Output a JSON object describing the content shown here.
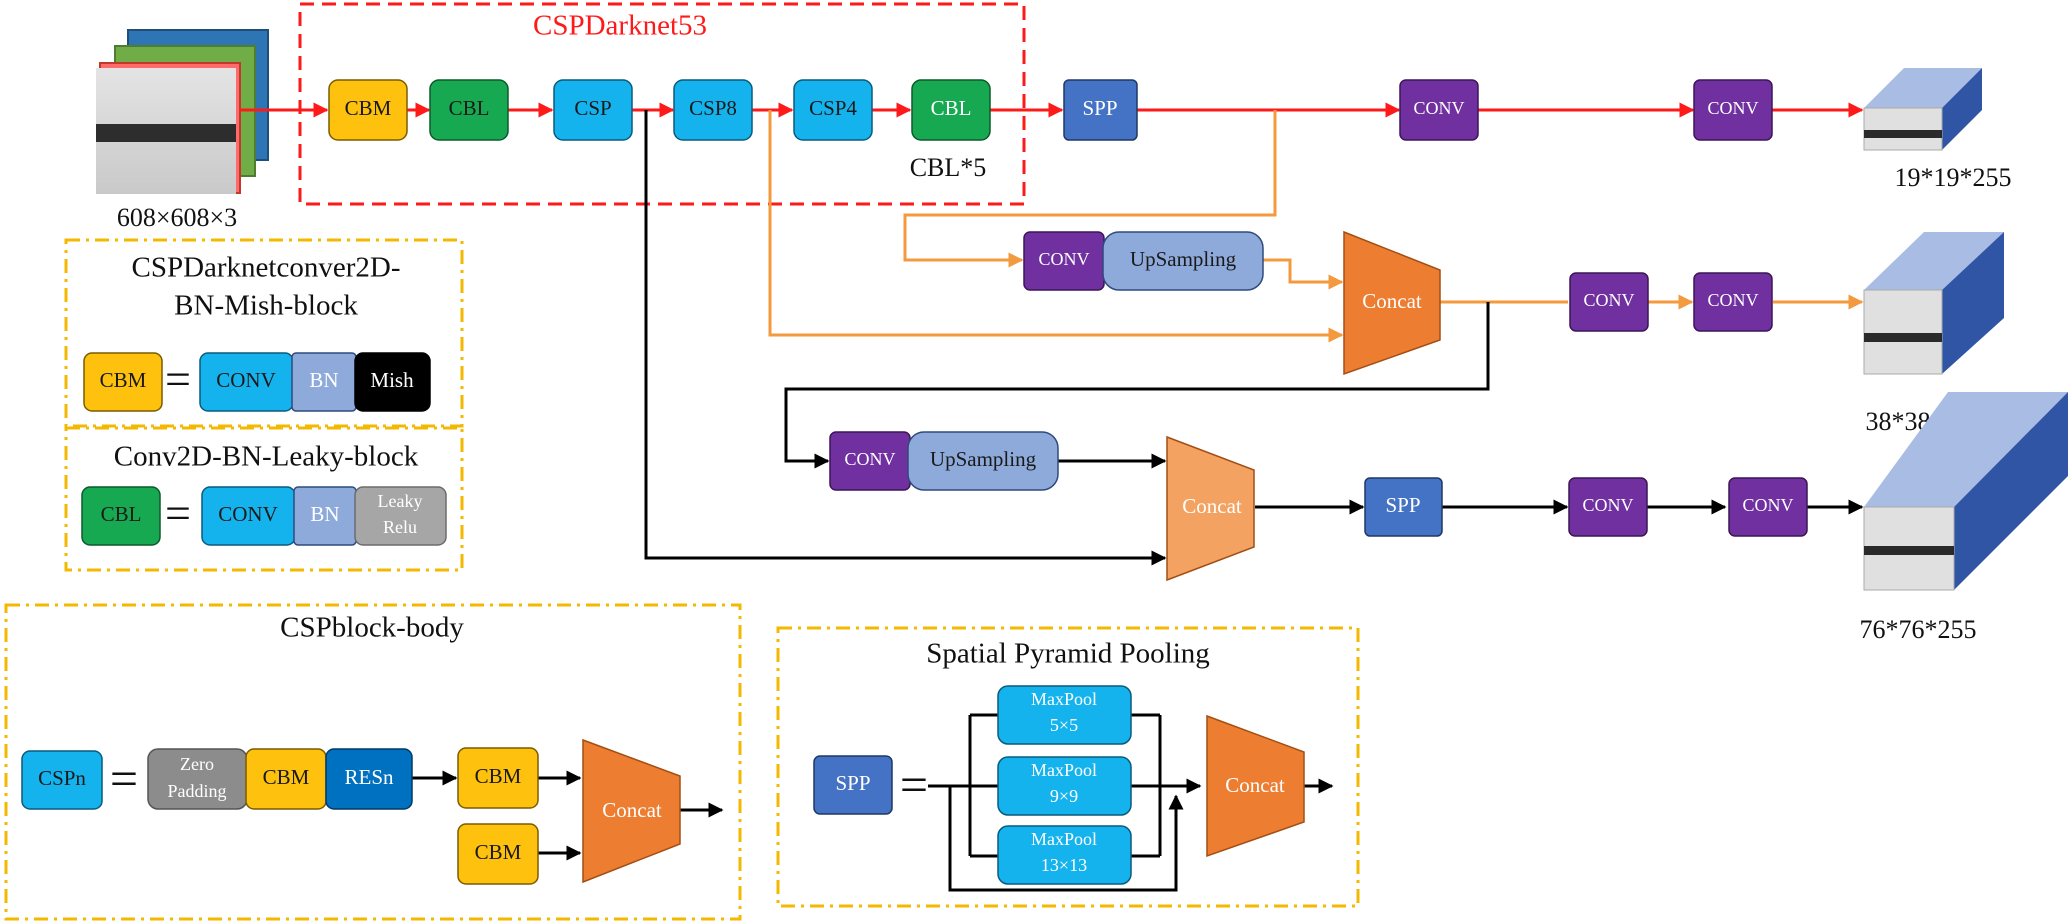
{
  "colors": {
    "cbm": "#FDC10E",
    "cbl": "#16A951",
    "csp": "#14B3EE",
    "spp": "#4472C4",
    "conv_purple": "#7030A0",
    "upsampling": "#8EAADB",
    "bn": "#8EAADB",
    "mish": "#000000",
    "leaky": "#A6A6A6",
    "zero_padding": "#8C8C8C",
    "resn": "#0070C0",
    "concat": "#ED7D31",
    "concat_light": "#F4A261",
    "arrow_red": "#FF1A1A",
    "arrow_orange": "#F39A3E",
    "arrow_black": "#000000",
    "dash_red": "#FF1A1A",
    "dash_yellow": "#F5B800"
  },
  "input": {
    "size_label": "608×608×3"
  },
  "backbone": {
    "title": "CSPDarknet53",
    "cbl_repeat_label": "CBL*5",
    "blocks": [
      "CBM",
      "CBL",
      "CSP",
      "CSP8",
      "CSP4",
      "CBL"
    ]
  },
  "neck": {
    "spp_label": "SPP",
    "conv_label": "CONV",
    "upsampling_label": "UpSampling",
    "concat_label": "Concat"
  },
  "outputs": [
    "19*19*255",
    "38*38*255",
    "76*76*255"
  ],
  "legend_cbm": {
    "title_line1": "CSPDarknetconver2D-",
    "title_line2": "BN-Mish-block",
    "lhs": "CBM",
    "eq": "=",
    "parts": [
      "CONV",
      "BN",
      "Mish"
    ]
  },
  "legend_cbl": {
    "title": "Conv2D-BN-Leaky-block",
    "lhs": "CBL",
    "eq": "=",
    "parts": [
      "CONV",
      "BN"
    ],
    "leaky_line1": "Leaky",
    "leaky_line2": "Relu"
  },
  "cspblock": {
    "title": "CSPblock-body",
    "lhs": "CSPn",
    "eq": "=",
    "zero_line1": "Zero",
    "zero_line2": "Padding",
    "cbm": "CBM",
    "resn": "RESn",
    "concat": "Concat"
  },
  "spp_block": {
    "title": "Spatial Pyramid Pooling",
    "lhs": "SPP",
    "eq": "=",
    "maxpool_label": "MaxPool",
    "pools": [
      "5×5",
      "9×9",
      "13×13"
    ],
    "concat": "Concat"
  }
}
